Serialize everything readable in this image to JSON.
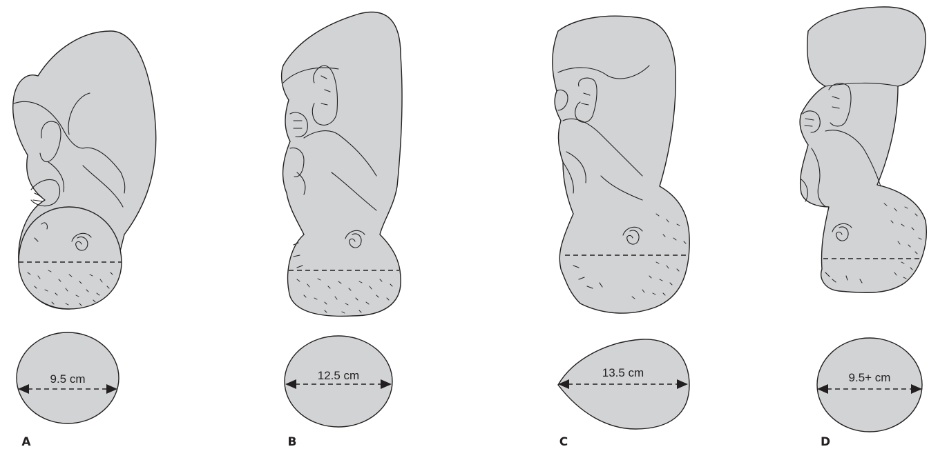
{
  "panels": [
    {
      "letter": "A",
      "measurement": "9.5 cm"
    },
    {
      "letter": "B",
      "measurement": "12.5 cm"
    },
    {
      "letter": "C",
      "measurement": "13.5 cm"
    },
    {
      "letter": "D",
      "measurement": "9.5+ cm"
    }
  ],
  "colors": {
    "fill": "#d1d3d4",
    "stroke": "#231f20"
  }
}
